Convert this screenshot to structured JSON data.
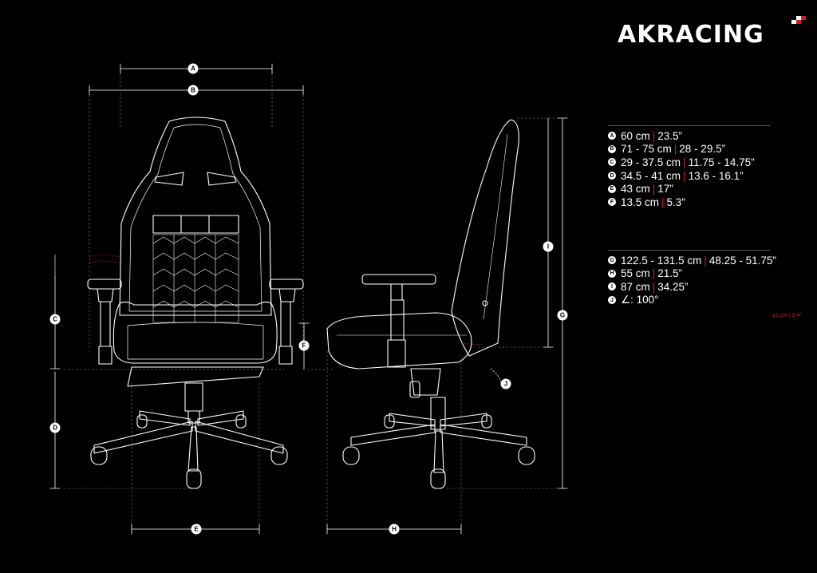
{
  "brand": {
    "name": "AKRACING",
    "mark_color": "#d81a2a"
  },
  "colors": {
    "background": "#000000",
    "line": "#ffffff",
    "accent": "#d81a2a",
    "rule": "#555555"
  },
  "badges": [
    "A",
    "B",
    "C",
    "D",
    "E",
    "F",
    "G",
    "H",
    "I",
    "J"
  ],
  "specs_group_1": [
    {
      "letter": "A",
      "metric": "60 cm",
      "imperial": "23.5”"
    },
    {
      "letter": "B",
      "metric": "71 - 75 cm",
      "imperial": "28 - 29.5”"
    },
    {
      "letter": "C",
      "metric": "29 - 37.5 cm",
      "imperial": "11.75 - 14.75”"
    },
    {
      "letter": "D",
      "metric": "34.5 - 41 cm",
      "imperial": "13.6 - 16.1”"
    },
    {
      "letter": "E",
      "metric": "43 cm",
      "imperial": "17”"
    },
    {
      "letter": "F",
      "metric": "13.5 cm",
      "imperial": "5.3”"
    }
  ],
  "specs_group_2": [
    {
      "letter": "G",
      "metric": "122.5 - 131.5 cm",
      "imperial": "48.25 - 51.75”"
    },
    {
      "letter": "H",
      "metric": "55 cm",
      "imperial": "21.5”"
    },
    {
      "letter": "I",
      "metric": "87 cm",
      "imperial": "34.25”"
    },
    {
      "letter": "J",
      "metric": "∠: 100°",
      "imperial": ""
    }
  ],
  "tolerance_note": "±1 cm | 0.4”",
  "separator": "|"
}
